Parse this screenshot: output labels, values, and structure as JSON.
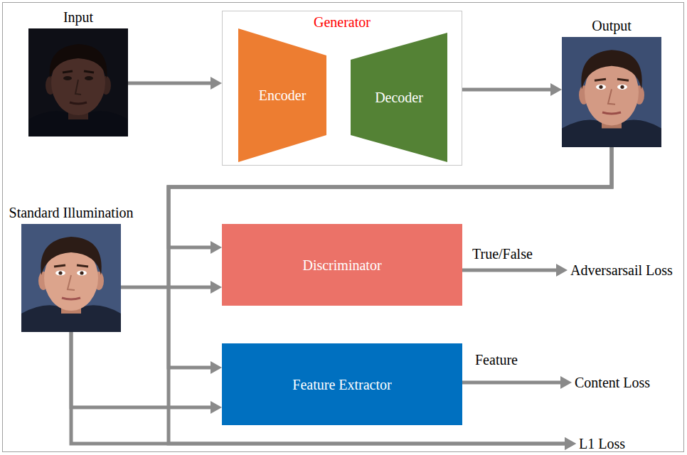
{
  "diagram": {
    "nodes": [
      {
        "text": [
          "Input"
        ]
      },
      {
        "text": [
          "Generator"
        ]
      },
      {
        "text": [
          "Encoder"
        ],
        "in": 1
      },
      {
        "text": [
          "Decoder"
        ],
        "in": 1
      },
      {
        "text": [
          "Output"
        ]
      },
      {
        "text": [
          "Standard Illumination"
        ]
      },
      {
        "text": [
          "Discriminator"
        ]
      },
      {
        "text": [
          "Adversarsail Loss"
        ]
      },
      {
        "text": [
          "Feature Extractor"
        ]
      },
      {
        "text": [
          "Content Loss"
        ]
      },
      {
        "text": [
          "L1 Loss"
        ]
      }
    ],
    "edges": [
      {
        "from": 0,
        "to": 1,
        "arrow": "to"
      },
      {
        "from": 1,
        "to": 4,
        "arrow": "to"
      },
      {
        "from": 4,
        "to": 6,
        "arrow": "to"
      },
      {
        "from": 4,
        "to": 8,
        "arrow": "to"
      },
      {
        "from": 4,
        "to": 10,
        "arrow": "to"
      },
      {
        "from": 5,
        "to": 6,
        "arrow": "to"
      },
      {
        "from": 5,
        "to": 8,
        "arrow": "to"
      },
      {
        "from": 5,
        "to": 10,
        "arrow": "to"
      },
      {
        "from": 6,
        "to": 7,
        "label": "True/False",
        "arrow": "to"
      },
      {
        "from": 8,
        "to": 9,
        "label": "Feature",
        "arrow": "to"
      }
    ]
  }
}
